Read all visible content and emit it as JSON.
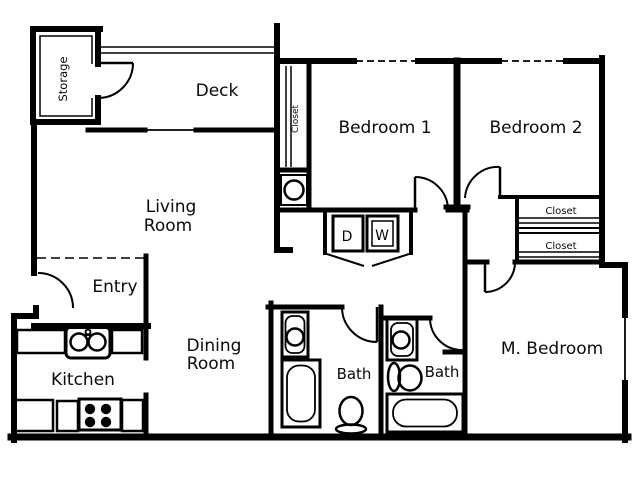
{
  "plan": {
    "labels": {
      "storage": "Storage",
      "deck": "Deck",
      "closet_bedroom1": "Closet",
      "bedroom1": "Bedroom 1",
      "bedroom2": "Bedroom 2",
      "closet_bedroom2": "Closet",
      "closet_master": "Closet",
      "living_line1": "Living",
      "living_line2": "Room",
      "entry": "Entry",
      "dining_line1": "Dining",
      "dining_line2": "Room",
      "kitchen": "Kitchen",
      "bath_hall": "Bath",
      "bath_master": "Bath",
      "master_bedroom": "M. Bedroom",
      "dryer": "D",
      "washer": "W"
    },
    "colors": {
      "line": "#000000",
      "background": "#ffffff"
    }
  }
}
